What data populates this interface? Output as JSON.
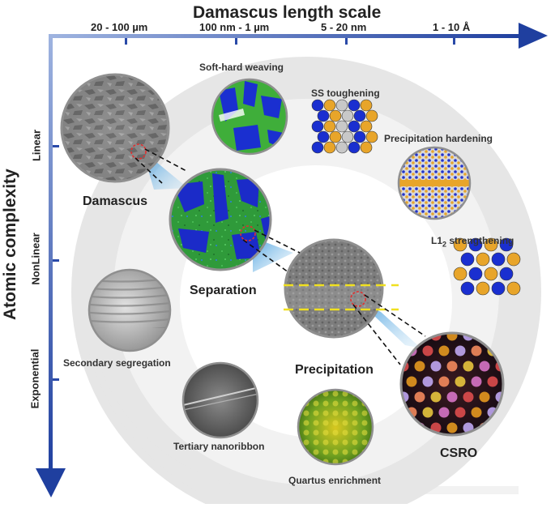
{
  "axes": {
    "x_title": "Damascus length scale",
    "y_title": "Atomic complexity",
    "x_ticks": [
      "20 - 100 µm",
      "100 nm - 1 µm",
      "5 - 20 nm",
      "1 - 10 Å"
    ],
    "y_ticks": [
      "Linear",
      "NonLinear",
      "Exponential"
    ]
  },
  "nodes": {
    "damascus": "Damascus",
    "separation": "Separation",
    "precipitation": "Precipitation",
    "csro": "CSRO",
    "soft_hard": "Soft-hard weaving",
    "ss_toughening": "SS toughening",
    "precip_hardening": "Precipitation hardening",
    "l12_prefix": "L1",
    "l12_sub": "2",
    "l12_suffix": " strengthening",
    "secondary": "Secondary segregation",
    "tertiary": "Tertiary nanoribbon",
    "quartus": "Quartus enrichment"
  },
  "colors": {
    "axis": "#2a4aa8",
    "ring": "#e6e6e6",
    "blue": "#1a2fd0",
    "green": "#3fae3a",
    "gold": "#e8a52a",
    "zoom_marker": "#e03030",
    "band_line": "#f0e020"
  }
}
